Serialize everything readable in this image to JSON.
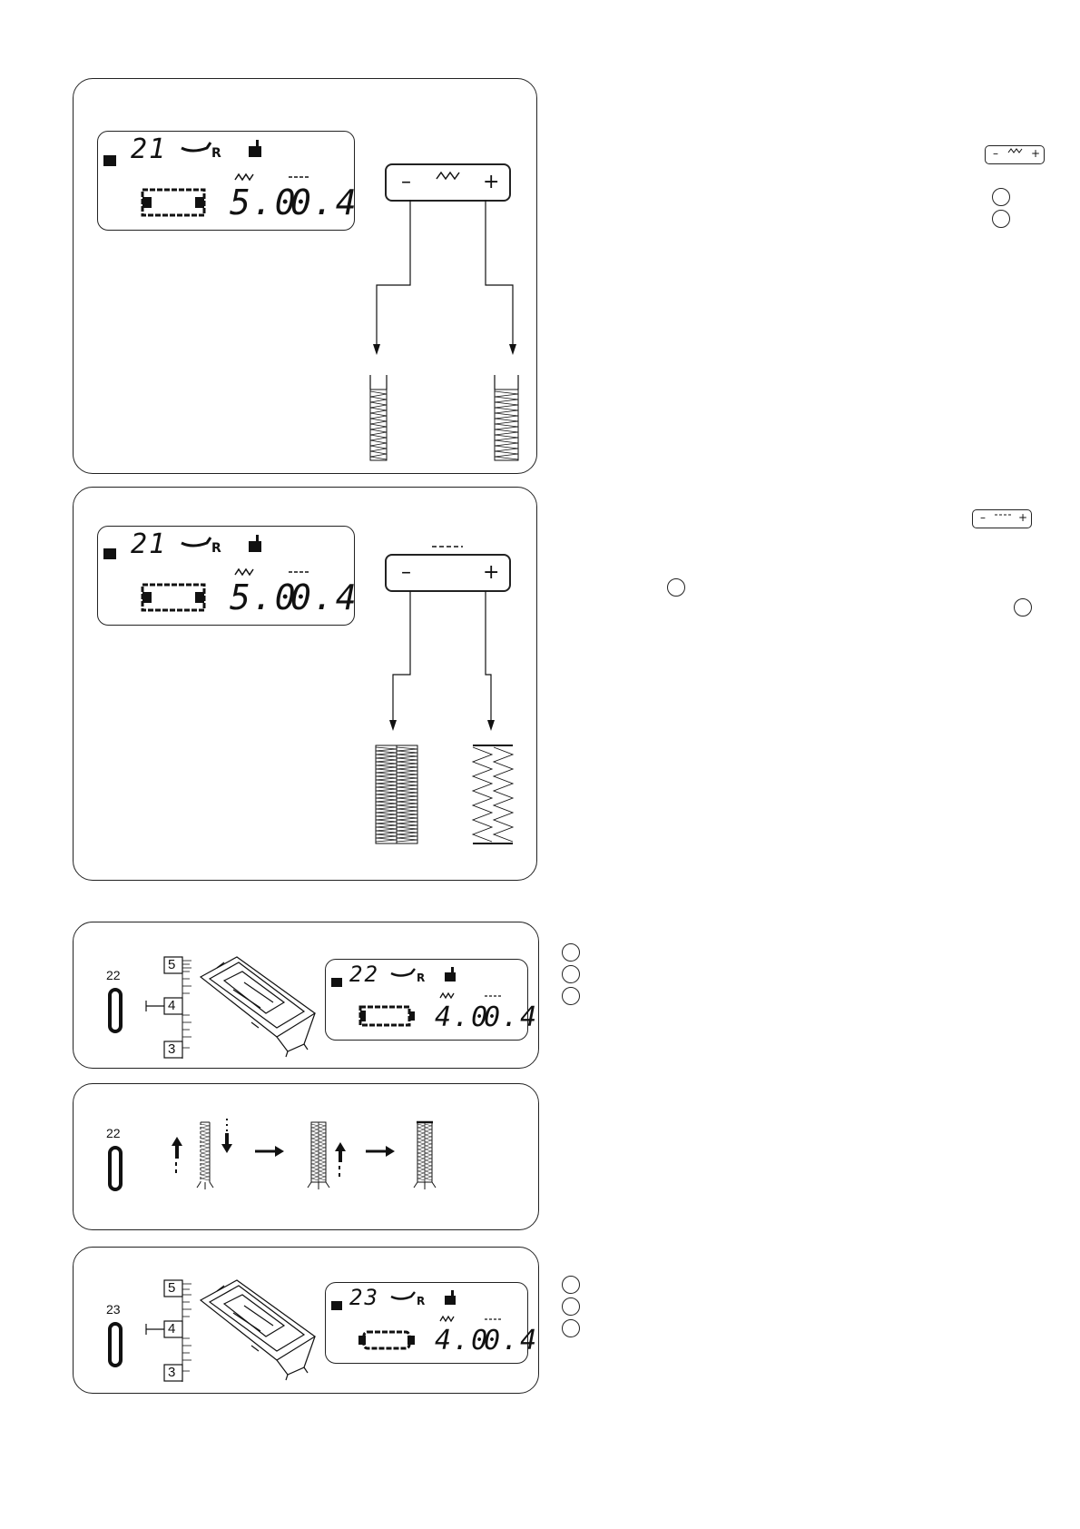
{
  "panel1": {
    "lcd": {
      "pattern": "21",
      "foot": "R",
      "width": "5.0",
      "length": "0.4"
    },
    "key": {
      "minus": "–",
      "plus": "+"
    }
  },
  "panel2": {
    "lcd": {
      "pattern": "21",
      "foot": "R",
      "width": "5.0",
      "length": "0.4"
    },
    "key": {
      "minus": "–",
      "plus": "+"
    }
  },
  "panel3": {
    "pattern_number": "22",
    "ruler": [
      "5",
      "4",
      "3"
    ],
    "lcd": {
      "pattern": "22",
      "foot": "R",
      "width": "4.0",
      "length": "0.4"
    }
  },
  "panel4": {
    "pattern_number": "22"
  },
  "panel5": {
    "pattern_number": "23",
    "ruler": [
      "5",
      "4",
      "3"
    ],
    "lcd": {
      "pattern": "23",
      "foot": "R",
      "width": "4.0",
      "length": "0.4"
    }
  },
  "side_keys": {
    "width_key": {
      "minus": "–",
      "plus": "+"
    },
    "length_key": {
      "minus": "–",
      "plus": "+"
    }
  }
}
